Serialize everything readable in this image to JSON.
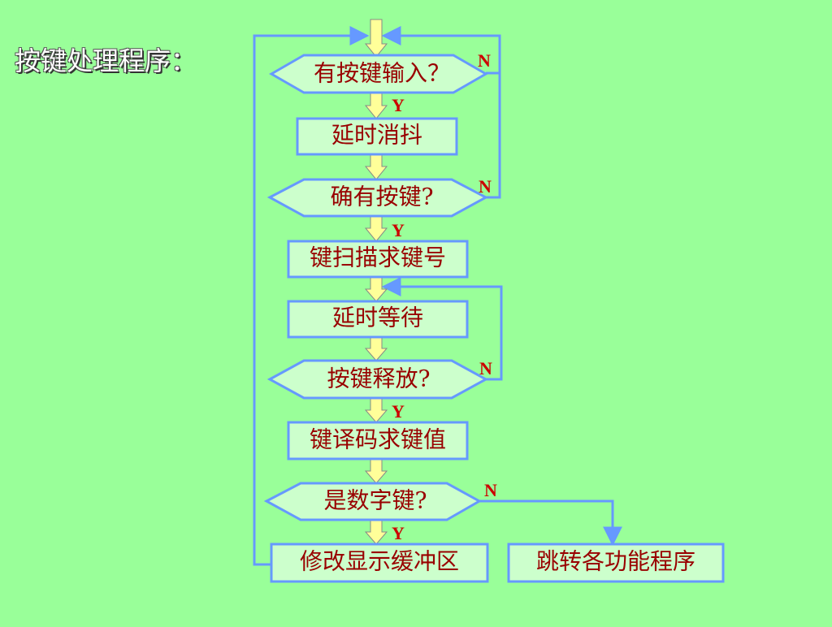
{
  "title": "按键处理程序：",
  "colors": {
    "background": "#99FF99",
    "box_fill": "#CCFFCC",
    "box_border": "#6699FF",
    "text": "#990000",
    "yn_label": "#CC0000",
    "flow_arrow": "#FFFF99"
  },
  "nodes": {
    "has_key": "有按键输入？",
    "debounce": "延时消抖",
    "confirm_key": "确有按键?",
    "scan_key": "键扫描求键号",
    "delay_wait": "延时等待",
    "key_release": "按键释放?",
    "decode_key": "键译码求键值",
    "is_digit": "是数字键?",
    "update_display": "修改显示缓冲区",
    "jump_function": "跳转各功能程序"
  },
  "labels": {
    "yes": "Y",
    "no": "N"
  }
}
